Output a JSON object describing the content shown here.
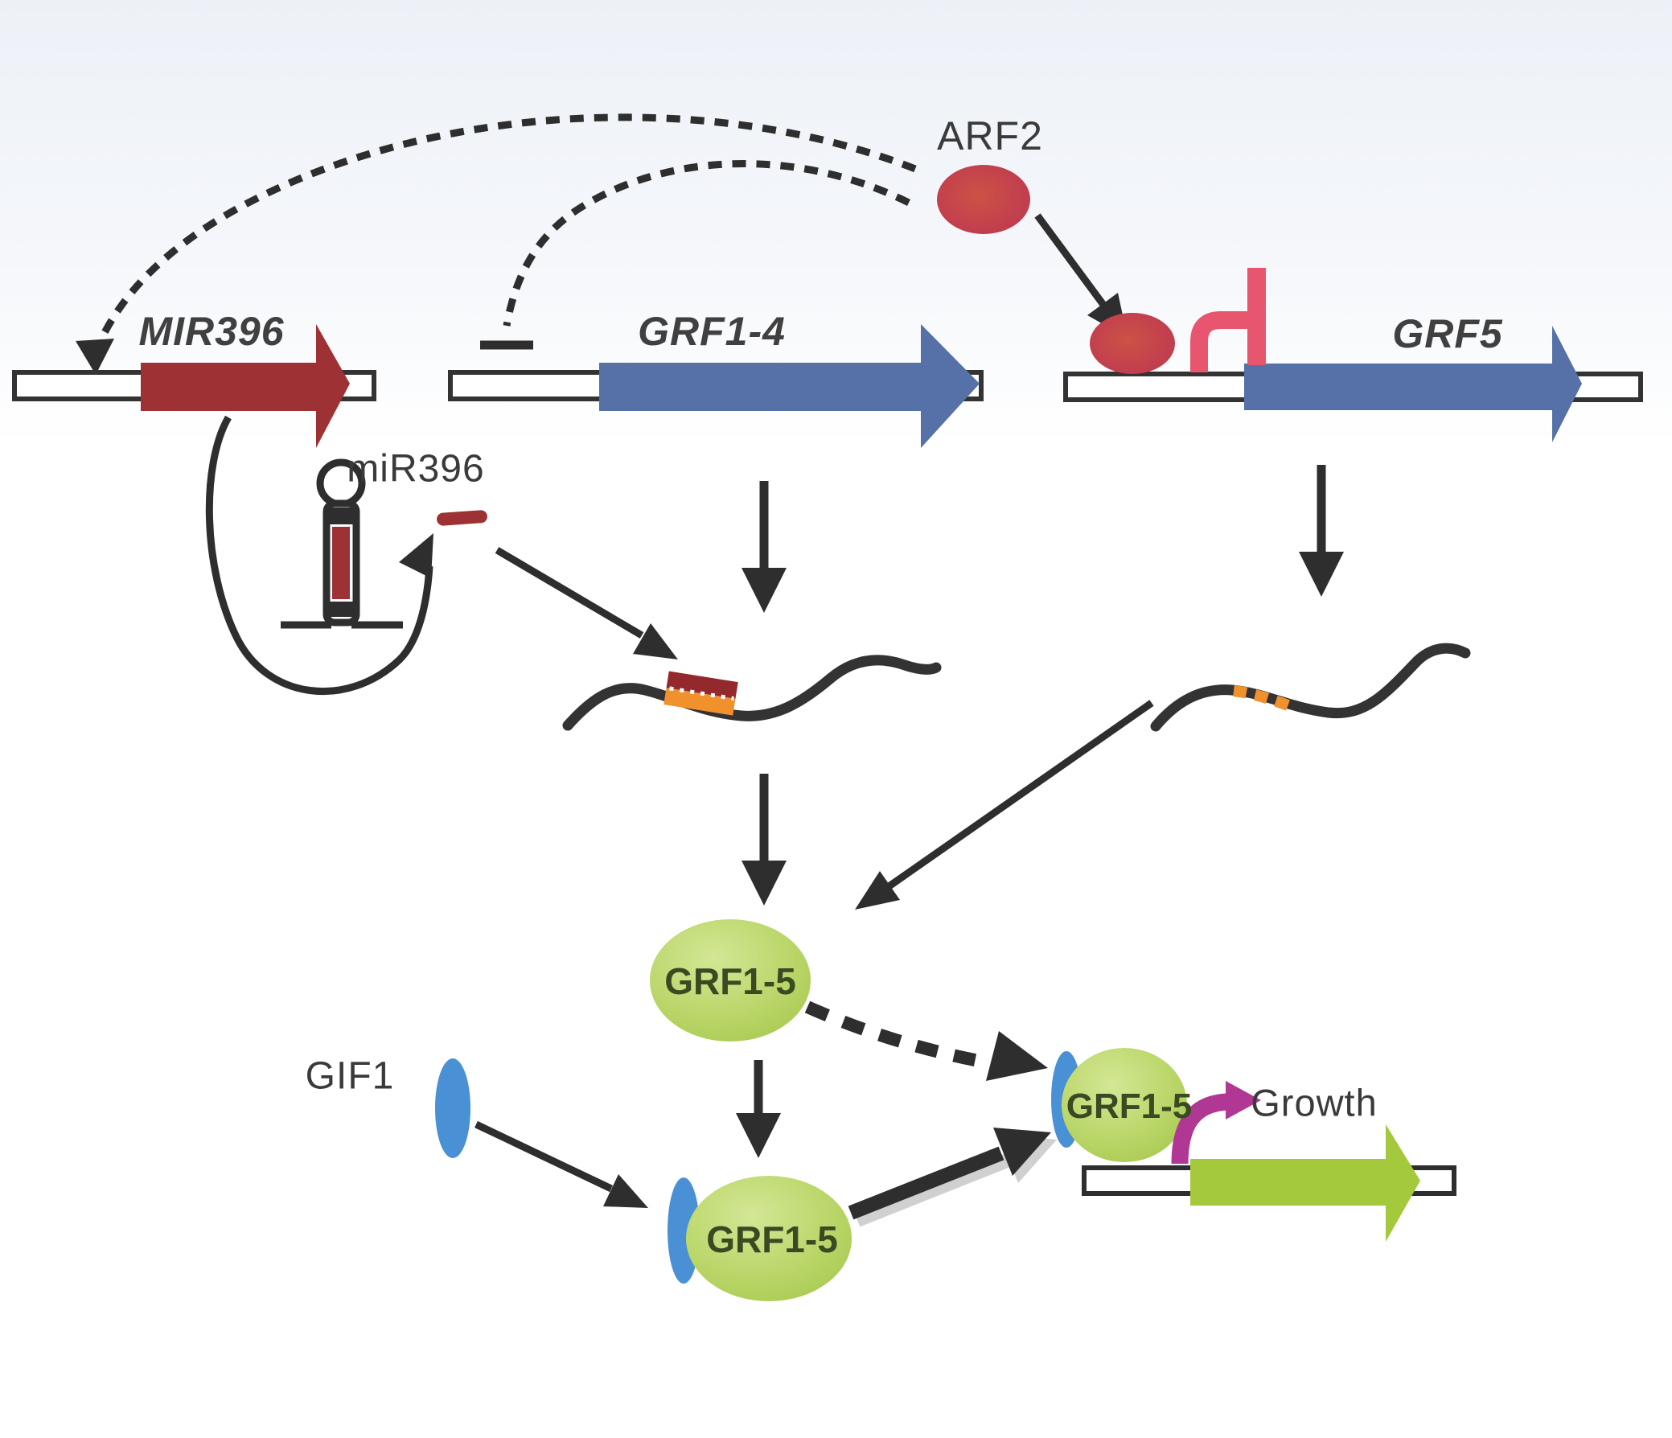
{
  "labels": {
    "mir396_gene": "MIR396",
    "grf1_4_gene": "GRF1-4",
    "grf5_gene": "GRF5",
    "arf2": "ARF2",
    "mir396_mature": "miR396",
    "grf1_5": "GRF1-5",
    "gif1": "GIF1",
    "grf1_5_complex": "GRF1-5",
    "grf1_5_bound": "GRF1-5",
    "growth": "Growth"
  },
  "colors": {
    "line_dark": "#2e2e2e",
    "mrna_line": "#333333",
    "gene_dark_red": "#9e3134",
    "duplex_dark_red": "#93282d",
    "gene_blue": "#5571a8",
    "arf2_red": "#c2404f",
    "pink_repressed_tss": "#e8556f",
    "grf_green": "#b6d464",
    "gif_blue": "#4a90d4",
    "growth_gene_green": "#a5c93c",
    "growth_arrow_purple": "#b03894",
    "mrna_orange": "#f0912d",
    "dna_bar_fill": "#ffffff",
    "shadow_gray": "#aaaaaa"
  }
}
